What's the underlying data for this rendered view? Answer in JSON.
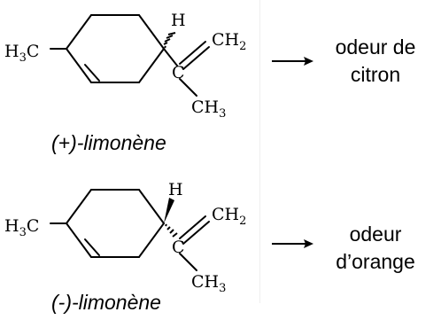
{
  "molecules": [
    {
      "name": "(+)-limonène",
      "methyl": {
        "main": "H",
        "sub": "3",
        "tail": "C"
      },
      "hydrogen": "H",
      "methylene": {
        "main": "CH",
        "sub": "2"
      },
      "vinyl_carbon": "C",
      "terminal_methyl": {
        "main": "CH",
        "sub": "3"
      },
      "stereo_bond": "wedge-hashed",
      "odor_line1": "odeur de",
      "odor_line2": "citron"
    },
    {
      "name": "(-)-limonène",
      "methyl": {
        "main": "H",
        "sub": "3",
        "tail": "C"
      },
      "hydrogen": "H",
      "methylene": {
        "main": "CH",
        "sub": "2"
      },
      "vinyl_carbon": "C",
      "terminal_methyl": {
        "main": "CH",
        "sub": "3"
      },
      "stereo_bond": "wedge-solid",
      "odor_line1": "odeur",
      "odor_line2": "d’orange"
    }
  ],
  "colors": {
    "ink": "#000000",
    "background": "#ffffff"
  }
}
